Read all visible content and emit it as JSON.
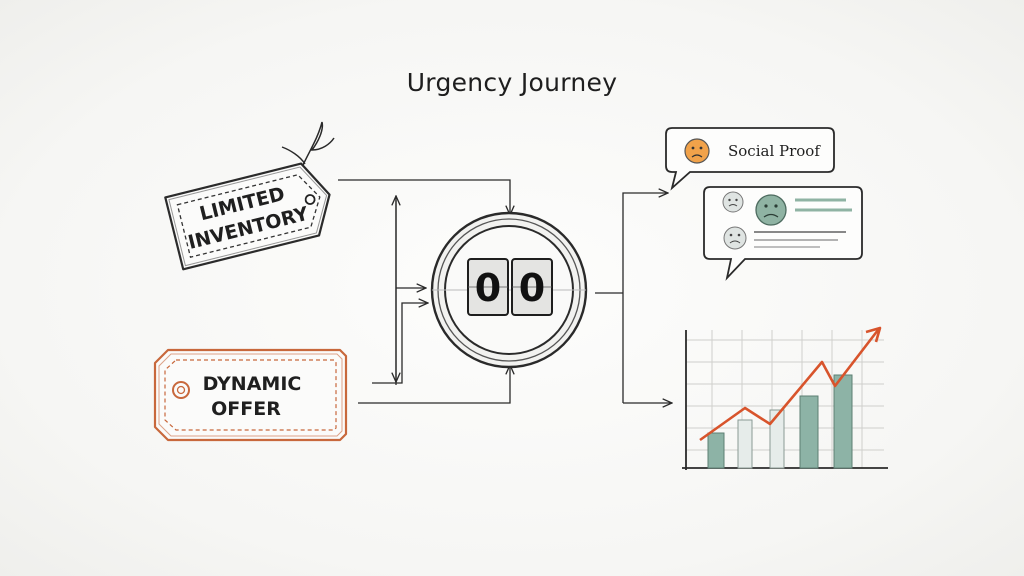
{
  "title": "Urgency Journey",
  "tags": {
    "limited": {
      "lines": [
        "LIMITED",
        "INVENTORY"
      ]
    },
    "dynamic": {
      "lines": [
        "DYNAMIC",
        "OFFER"
      ]
    }
  },
  "timer": {
    "digits": [
      "0",
      "0"
    ]
  },
  "social_proof": {
    "label": "Social Proof"
  },
  "colors": {
    "ink": "#2a2a2a",
    "offer_accent": "#c8683c",
    "face_orange": "#f1a24a",
    "face_green": "#8fb3a3",
    "trend_red": "#d8542c",
    "bar_teal": "#8db3a6"
  },
  "icons": [
    "tag-icon",
    "countdown-timer-icon",
    "sad-face-icon",
    "growth-chart-icon"
  ]
}
